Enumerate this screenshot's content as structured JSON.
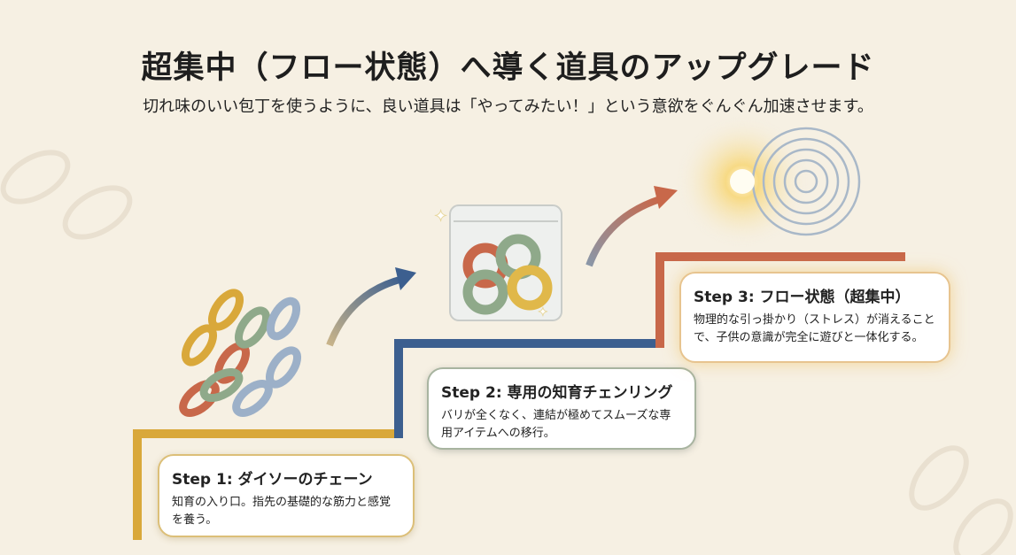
{
  "header": {
    "title": "超集中（フロー状態）へ導く道具のアップグレード",
    "subtitle": "切れ味のいい包丁を使うように、良い道具は「やってみたい！」という意欲をぐんぐん加速させます。"
  },
  "steps": [
    {
      "title": "Step 1: ダイソーのチェーン",
      "description": "知育の入り口。指先の基礎的な筋力と感覚を養う。",
      "color": "#d9a83a"
    },
    {
      "title": "Step 2: 専用の知育チェンリング",
      "description": "バリが全くなく、連結が極めてスムーズな専用アイテムへの移行。",
      "color": "#3c5f8f"
    },
    {
      "title": "Step 3: フロー状態（超集中）",
      "description": "物理的な引っ掛かり（ストレス）が消えることで、子供の意識が完全に遊びと一体化する。",
      "color": "#c8684a"
    }
  ]
}
